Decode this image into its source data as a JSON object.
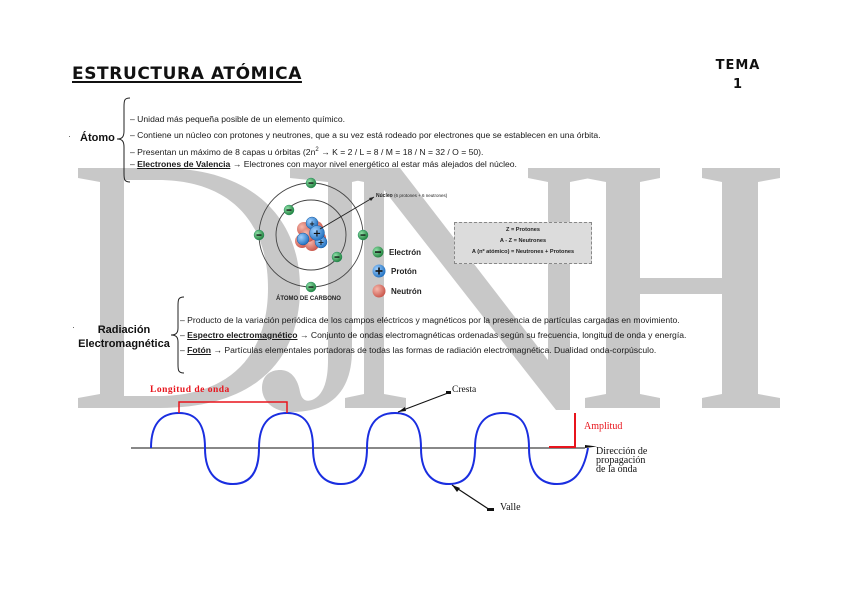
{
  "header": {
    "title": "ESTRUCTURA ATÓMICA",
    "tema_label": "TEMA",
    "tema_number": "1"
  },
  "watermark": {
    "text": "DJNH",
    "color": "#c8c8c8"
  },
  "atomo": {
    "label": "Átomo",
    "bullet": "·",
    "lines": [
      {
        "dash": "–",
        "text": "Unidad más pequeña posible de un elemento químico."
      },
      {
        "dash": "–",
        "text": "Contiene un núcleo con protones y neutrones, que a su vez está rodeado por electrones que se establecen en una órbita."
      },
      {
        "dash": "–",
        "text_before": "Presentan un máximo de 8 capas u órbitas (2n",
        "sup": "2",
        "text_after": " → K = 2 / L = 8 / M = 18 / N = 32 / O = 50)."
      },
      {
        "dash": "–",
        "term": "Electrones de Valencia",
        "text": " → Electrones con mayor nivel energético al estar más alejados del núcleo."
      }
    ]
  },
  "atom_diagram": {
    "nucleus_label": "Núcleo",
    "nucleus_detail": "(6 protones + 6 neutrones)",
    "caption": "ÁTOMO DE CARBONO",
    "legend": [
      {
        "label": "Electrón",
        "color": "#2e9e4f",
        "symbol": "−"
      },
      {
        "label": "Protón",
        "color": "#2f86d6",
        "symbol": "+"
      },
      {
        "label": "Neutrón",
        "color": "#e0756a",
        "symbol": ""
      }
    ],
    "colors": {
      "electron": "#2e9e4f",
      "proton": "#2f86d6",
      "neutron": "#e0756a",
      "orbit": "#444444"
    }
  },
  "formula_box": {
    "lines": [
      "Z = Protones",
      "A - Z = Neutrones",
      "A (nº atómico) = Neutrones + Protones"
    ]
  },
  "radiacion": {
    "label_line1": "Radiación",
    "label_line2": "Electromagnética",
    "bullet": "·",
    "lines": [
      {
        "dash": "–",
        "text": "Producto de la variación periódica de los campos eléctricos y magnéticos por la presencia de partículas cargadas en movimiento."
      },
      {
        "dash": "–",
        "term": "Espectro electromagnético",
        "text": " → Conjunto de ondas electromagnéticas ordenadas según su frecuencia, longitud de onda y energía."
      },
      {
        "dash": "–",
        "term": "Fotón",
        "text": " → Partículas elementales portadoras de todas las formas de radiación electromagnética. Dualidad onda-corpúsculo."
      }
    ]
  },
  "wave_diagram": {
    "wavelength_label": "Longitud de onda",
    "crest_label": "Cresta",
    "trough_label": "Valle",
    "amplitude_label": "Amplitud",
    "direction_label_line1": "Dirección de",
    "direction_label_line2": "propagación",
    "direction_label_line3": "de la onda",
    "colors": {
      "wave": "#1a2ee0",
      "annotation": "#e8141c",
      "axis": "#111111"
    }
  }
}
